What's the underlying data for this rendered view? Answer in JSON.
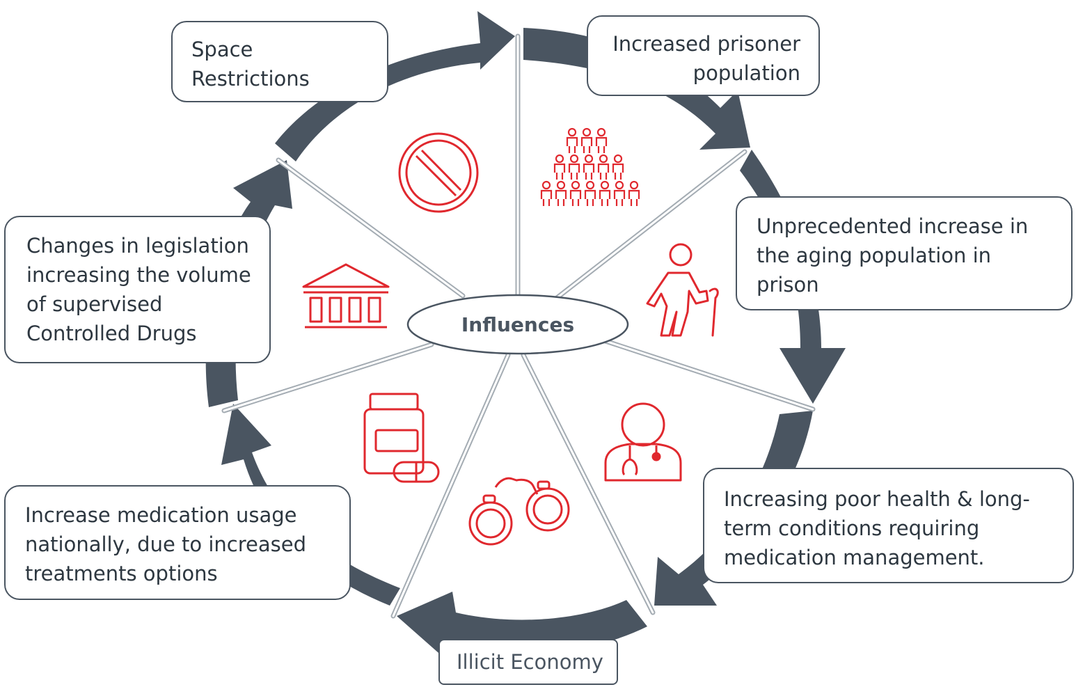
{
  "diagram": {
    "center": "Influences",
    "nodes": [
      {
        "id": "space",
        "lines": [
          "Space",
          "Restrictions"
        ],
        "icon": "no-entry-icon"
      },
      {
        "id": "population",
        "lines": [
          "Increased prisoner",
          "population"
        ],
        "icon": "crowd-icon"
      },
      {
        "id": "aging",
        "lines": [
          "Unprecedented increase in",
          "the aging population in",
          "prison"
        ],
        "icon": "elderly-person-icon"
      },
      {
        "id": "health",
        "lines": [
          "Increasing poor health & long-",
          "term conditions requiring",
          "medication management."
        ],
        "icon": "doctor-icon"
      },
      {
        "id": "illicit",
        "lines": [
          "Illicit Economy"
        ],
        "icon": "handcuffs-icon"
      },
      {
        "id": "medication",
        "lines": [
          "Increase medication usage",
          "nationally, due to increased",
          "treatments options"
        ],
        "icon": "medicine-bottle-icon"
      },
      {
        "id": "legislation",
        "lines": [
          "Changes in legislation",
          "increasing the volume",
          "of supervised",
          "Controlled Drugs"
        ],
        "icon": "government-building-icon"
      }
    ],
    "colors": {
      "arrow": "#4a5561",
      "icon": "#e0282e",
      "spoke": "#9aa3ab",
      "box_border": "#4a5561",
      "text": "#2d3740"
    }
  }
}
